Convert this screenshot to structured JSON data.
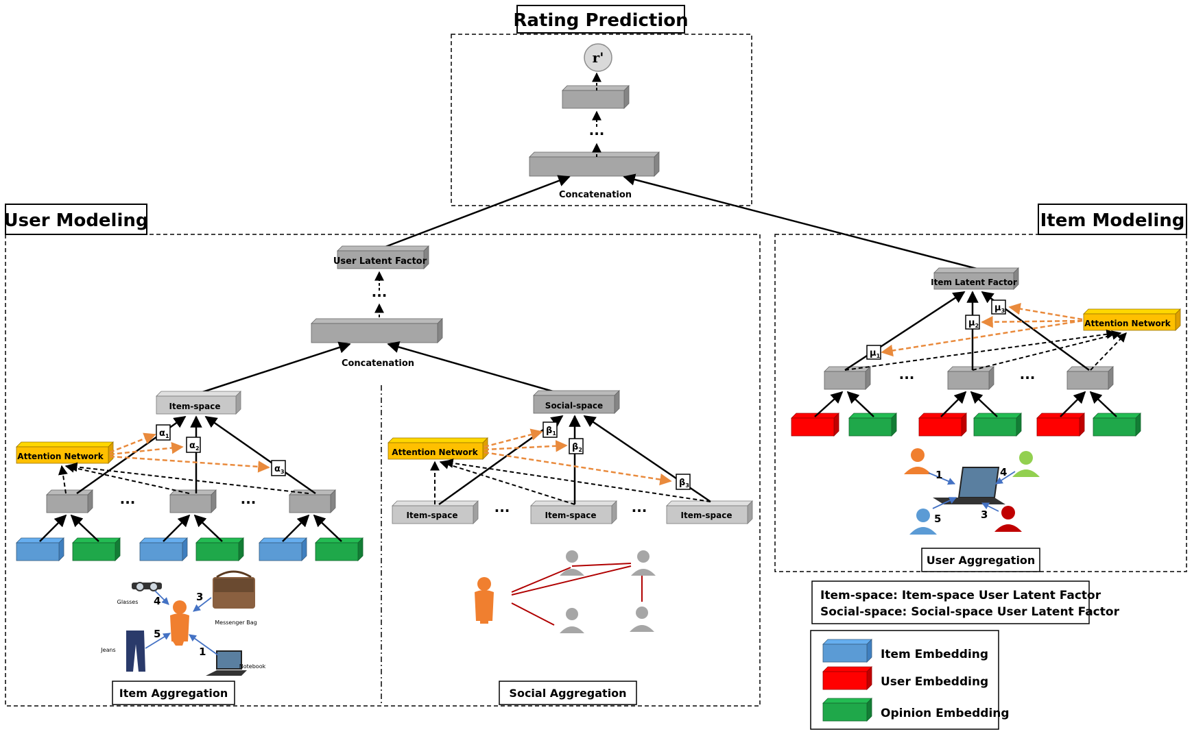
{
  "titles": {
    "rating_prediction": "Rating Prediction",
    "user_modeling": "User Modeling",
    "item_modeling": "Item Modeling"
  },
  "rating": {
    "output_symbol": "r'",
    "concat_label": "Concatenation"
  },
  "user": {
    "latent_factor": "User Latent Factor",
    "concat_label": "Concatenation",
    "item_space": "Item-space",
    "social_space": "Social-space",
    "attention": "Attention Network",
    "alpha": [
      "α",
      "α",
      "α"
    ],
    "alpha_sub": [
      "1",
      "2",
      "3"
    ],
    "beta": [
      "β",
      "β",
      "β"
    ],
    "beta_sub": [
      "1",
      "2",
      "3"
    ],
    "item_aggregation": "Item Aggregation",
    "social_aggregation": "Social  Aggregation",
    "neighbors": [
      "Item-space",
      "Item-space",
      "Item-space"
    ],
    "products": {
      "glasses": "Glasses",
      "bag": "Messenger Bag",
      "jeans": "Jeans",
      "notebook": "Notebook",
      "ratings": [
        "4",
        "3",
        "5",
        "1"
      ]
    }
  },
  "item": {
    "latent_factor": "Item Latent Factor",
    "attention": "Attention Network",
    "mu": [
      "μ",
      "μ",
      "μ"
    ],
    "mu_sub": [
      "1",
      "2",
      "3"
    ],
    "user_aggregation": "User Aggregation",
    "ratings": [
      "1",
      "4",
      "5",
      "3"
    ]
  },
  "notes": [
    "Item-space:  Item-space User Latent Factor",
    "Social-space: Social-space User Latent Factor"
  ],
  "legend": [
    {
      "label": "Item Embedding",
      "color": "#5b9bd5"
    },
    {
      "label": "User Embedding",
      "color": "#ff0000"
    },
    {
      "label": "Opinion Embedding",
      "color": "#1fa84a"
    }
  ],
  "colors": {
    "gray_box": "#a6a6a6",
    "light_gray_box": "#c8c8c8",
    "attention": "#ffc000",
    "attention_arrow": "#e98a3c",
    "person_orange": "#f07f2f",
    "social_edge": "#b00000"
  }
}
